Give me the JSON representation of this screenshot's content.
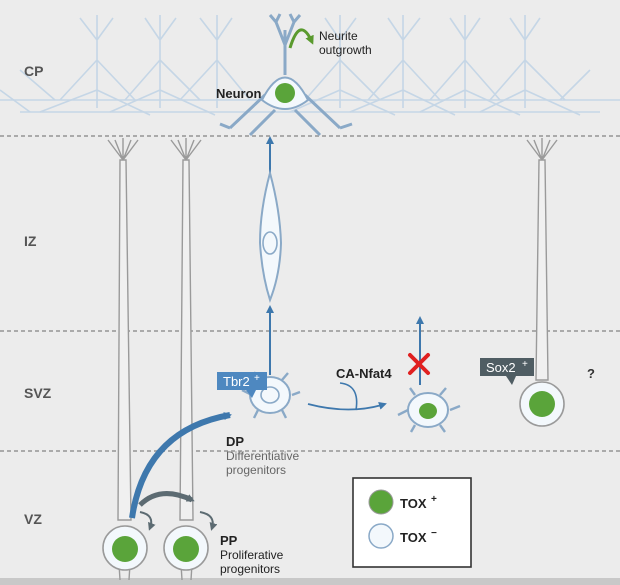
{
  "layers": {
    "cp": "CP",
    "iz": "IZ",
    "svz": "SVZ",
    "vz": "VZ"
  },
  "labels": {
    "neurite_line1": "Neurite",
    "neurite_line2": "outgrowth",
    "neuron": "Neuron",
    "tbr2": "Tbr2",
    "sox2": "Sox2",
    "plus": "+",
    "minus": "−",
    "question": "?",
    "ca_nfat4": "CA-Nfat4",
    "dp": "DP",
    "dp_desc1": "Differentiative",
    "dp_desc2": "progenitors",
    "pp": "PP",
    "pp_desc1": "Proliferative",
    "pp_desc2": "progenitors"
  },
  "legend": {
    "tox_pos": "TOX",
    "tox_neg": "TOX"
  },
  "colors": {
    "background": "#ececec",
    "cell_outline": "#8aa9c7",
    "cell_fill": "#f3f8fc",
    "nucleus_green": "#5aa43a",
    "arrow_blue": "#3e78ad",
    "arrow_grey": "#5c6b72",
    "neurite_green": "#5a9a2e",
    "block_red": "#e02020",
    "tbr2_badge": "#4e88c0",
    "sox2_badge": "#4f5d63"
  }
}
